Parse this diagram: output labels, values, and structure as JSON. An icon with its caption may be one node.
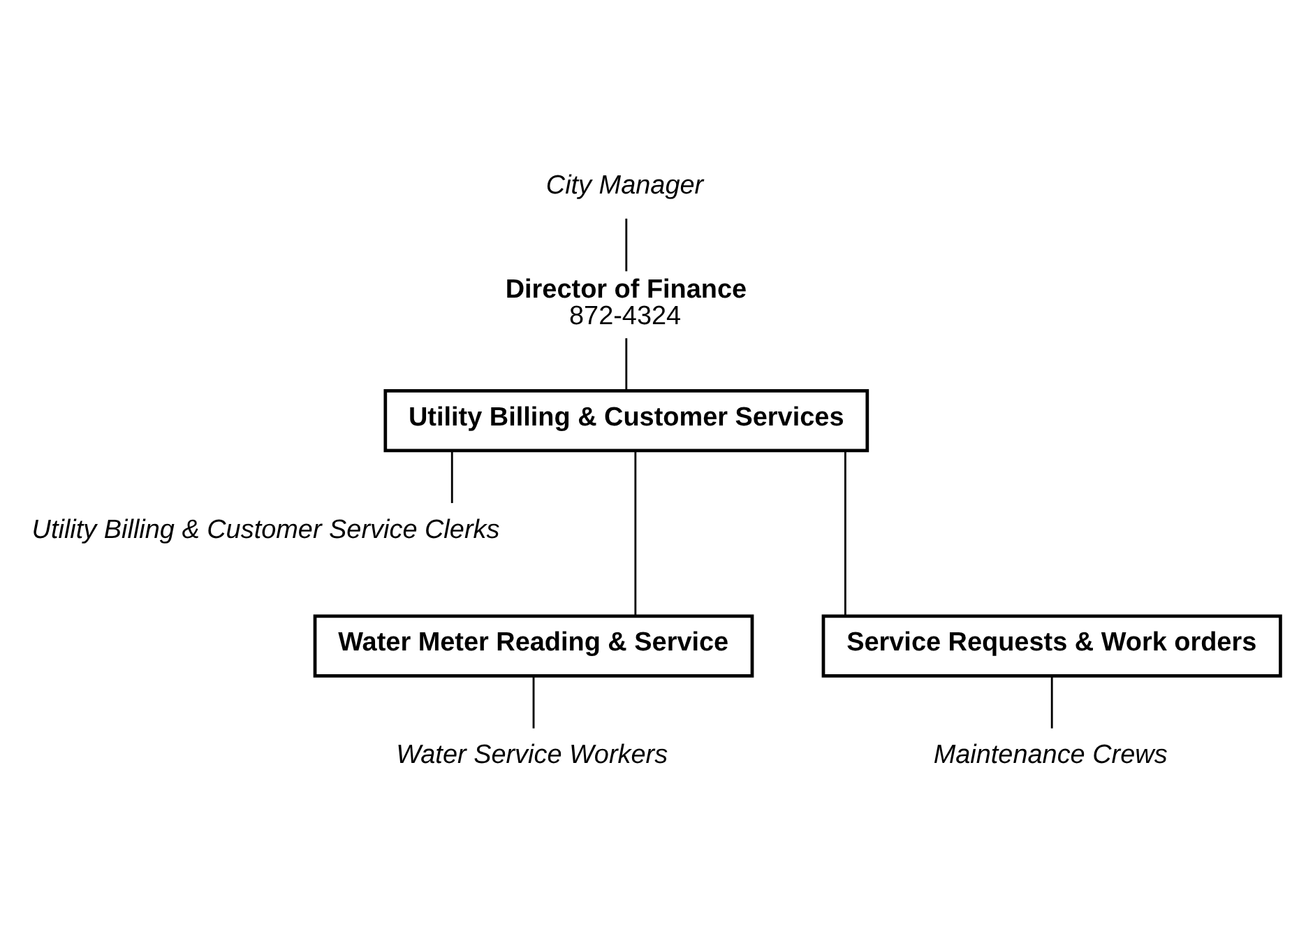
{
  "diagram": {
    "nodes": [
      {
        "text": [
          "City Manager"
        ]
      },
      {
        "text": [
          "Director of Finance",
          "872-4324"
        ]
      },
      {
        "text": [
          "Utility Billing & Customer Services"
        ]
      },
      {
        "text": [
          "Utility Billing & Customer Service Clerks"
        ]
      },
      {
        "text": [
          "Water Meter Reading & Service"
        ]
      },
      {
        "text": [
          "Service Requests & Work orders"
        ]
      },
      {
        "text": [
          "Water Service Workers"
        ]
      },
      {
        "text": [
          "Maintenance Crews"
        ]
      }
    ],
    "edges": [
      {
        "from": 0,
        "to": 1,
        "arrow": "none"
      },
      {
        "from": 1,
        "to": 2,
        "arrow": "none"
      },
      {
        "from": 2,
        "to": 3,
        "arrow": "none"
      },
      {
        "from": 2,
        "to": 4,
        "arrow": "none"
      },
      {
        "from": 2,
        "to": 5,
        "arrow": "none"
      },
      {
        "from": 4,
        "to": 6,
        "arrow": "none"
      },
      {
        "from": 5,
        "to": 7,
        "arrow": "none"
      }
    ]
  }
}
